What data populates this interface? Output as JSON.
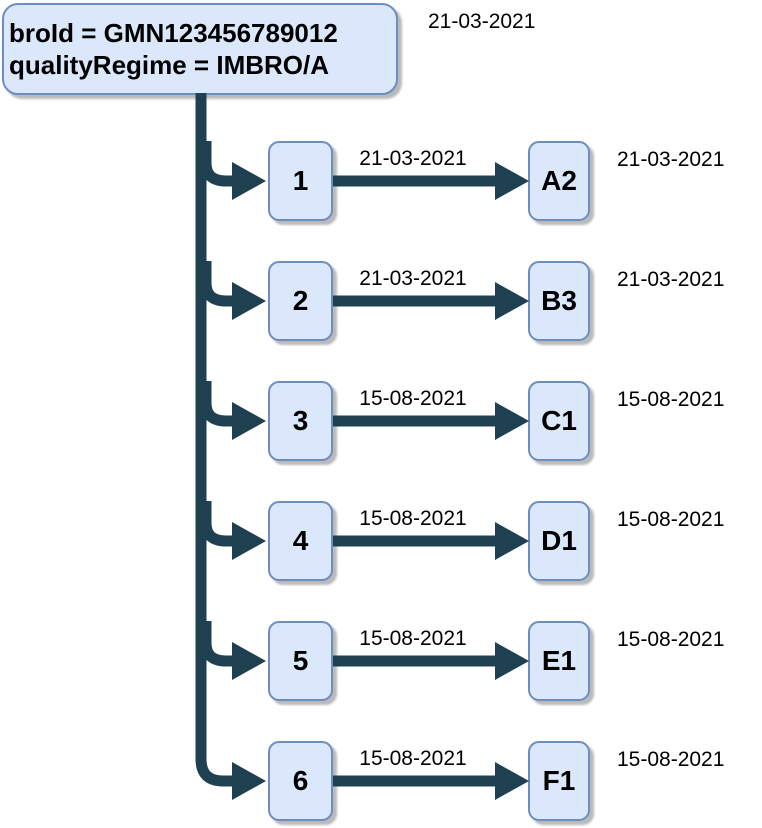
{
  "root_node": {
    "line1": "broId = GMN123456789012",
    "line2": "qualityRegime = IMBRO/A",
    "date": "21-03-2021"
  },
  "rows": [
    {
      "id": "1",
      "edge_date": "21-03-2021",
      "target": "A2",
      "target_date": "21-03-2021"
    },
    {
      "id": "2",
      "edge_date": "21-03-2021",
      "target": "B3",
      "target_date": "21-03-2021"
    },
    {
      "id": "3",
      "edge_date": "15-08-2021",
      "target": "C1",
      "target_date": "15-08-2021"
    },
    {
      "id": "4",
      "edge_date": "15-08-2021",
      "target": "D1",
      "target_date": "15-08-2021"
    },
    {
      "id": "5",
      "edge_date": "15-08-2021",
      "target": "E1",
      "target_date": "15-08-2021"
    },
    {
      "id": "6",
      "edge_date": "15-08-2021",
      "target": "F1",
      "target_date": "15-08-2021"
    }
  ],
  "colors": {
    "node_fill": "#dbe8fc",
    "node_border": "#6c8ebf",
    "connector": "#1f4050",
    "shadow": "#bababa",
    "text": "#000000",
    "background": "#ffffff"
  }
}
